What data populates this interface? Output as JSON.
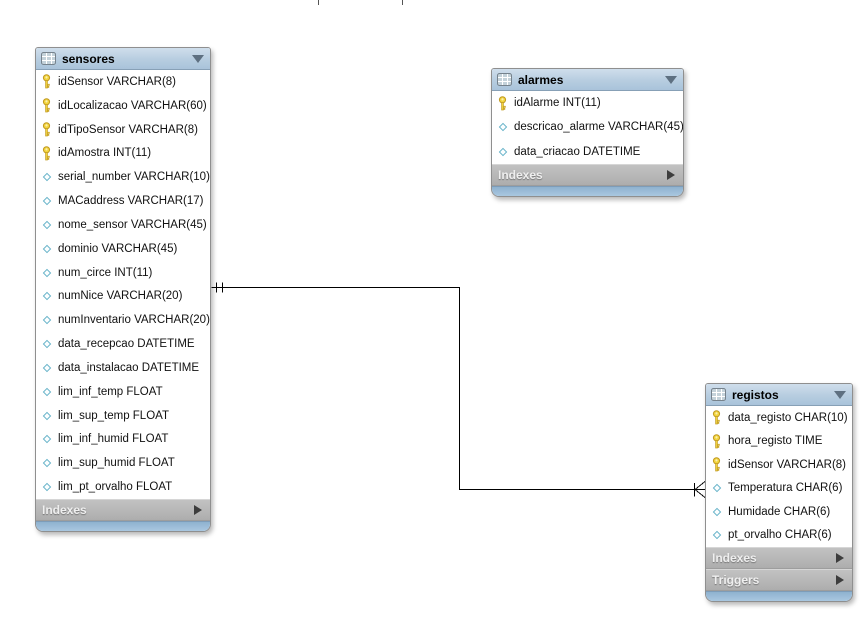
{
  "colors": {
    "header_blue_top": "#cfdeec",
    "header_blue_bot": "#a9c3da",
    "section_gray_top": "#c2c2c2",
    "section_gray_bot": "#adadad",
    "footer_blue_top": "#8fb2cf",
    "footer_blue_bot": "#a9c7e0",
    "key_yellow": "#f2d43c",
    "diamond_teal": "#66b3c8",
    "line_black": "#000000"
  },
  "tables": [
    {
      "name": "sensores",
      "columns": [
        {
          "icon": "key",
          "label": "idSensor VARCHAR(8)"
        },
        {
          "icon": "key",
          "label": "idLocalizacao VARCHAR(60)"
        },
        {
          "icon": "key",
          "label": "idTipoSensor VARCHAR(8)"
        },
        {
          "icon": "key",
          "label": "idAmostra INT(11)"
        },
        {
          "icon": "diamond",
          "label": "serial_number VARCHAR(10)"
        },
        {
          "icon": "diamond",
          "label": "MACaddress VARCHAR(17)"
        },
        {
          "icon": "diamond",
          "label": "nome_sensor VARCHAR(45)"
        },
        {
          "icon": "diamond",
          "label": "dominio VARCHAR(45)"
        },
        {
          "icon": "diamond",
          "label": "num_circe INT(11)"
        },
        {
          "icon": "diamond",
          "label": "numNice VARCHAR(20)"
        },
        {
          "icon": "diamond",
          "label": "numInventario VARCHAR(20)"
        },
        {
          "icon": "diamond",
          "label": "data_recepcao DATETIME"
        },
        {
          "icon": "diamond",
          "label": "data_instalacao DATETIME"
        },
        {
          "icon": "diamond",
          "label": "lim_inf_temp FLOAT"
        },
        {
          "icon": "diamond",
          "label": "lim_sup_temp FLOAT"
        },
        {
          "icon": "diamond",
          "label": "lim_inf_humid FLOAT"
        },
        {
          "icon": "diamond",
          "label": "lim_sup_humid FLOAT"
        },
        {
          "icon": "diamond",
          "label": "lim_pt_orvalho FLOAT"
        }
      ],
      "sections": [
        "Indexes"
      ]
    },
    {
      "name": "alarmes",
      "columns": [
        {
          "icon": "key",
          "label": "idAlarme INT(11)"
        },
        {
          "icon": "diamond",
          "label": "descricao_alarme VARCHAR(45)"
        },
        {
          "icon": "diamond",
          "label": "data_criacao DATETIME"
        }
      ],
      "sections": [
        "Indexes"
      ]
    },
    {
      "name": "registos",
      "columns": [
        {
          "icon": "key",
          "label": "data_registo CHAR(10)"
        },
        {
          "icon": "key",
          "label": "hora_registo TIME"
        },
        {
          "icon": "key",
          "label": "idSensor VARCHAR(8)"
        },
        {
          "icon": "diamond",
          "label": "Temperatura CHAR(6)"
        },
        {
          "icon": "diamond",
          "label": "Humidade CHAR(6)"
        },
        {
          "icon": "diamond",
          "label": "pt_orvalho CHAR(6)"
        }
      ],
      "sections": [
        "Indexes",
        "Triggers"
      ]
    }
  ],
  "relationships": [
    {
      "from": "sensores",
      "to": "registos",
      "cardinality": "one-to-many",
      "from_marker": "exactly-one (double tick)",
      "to_marker": "many (crow's foot with bar)"
    }
  ],
  "clipped_connectors": "two short vertical line stubs cut off at top edge of canvas"
}
